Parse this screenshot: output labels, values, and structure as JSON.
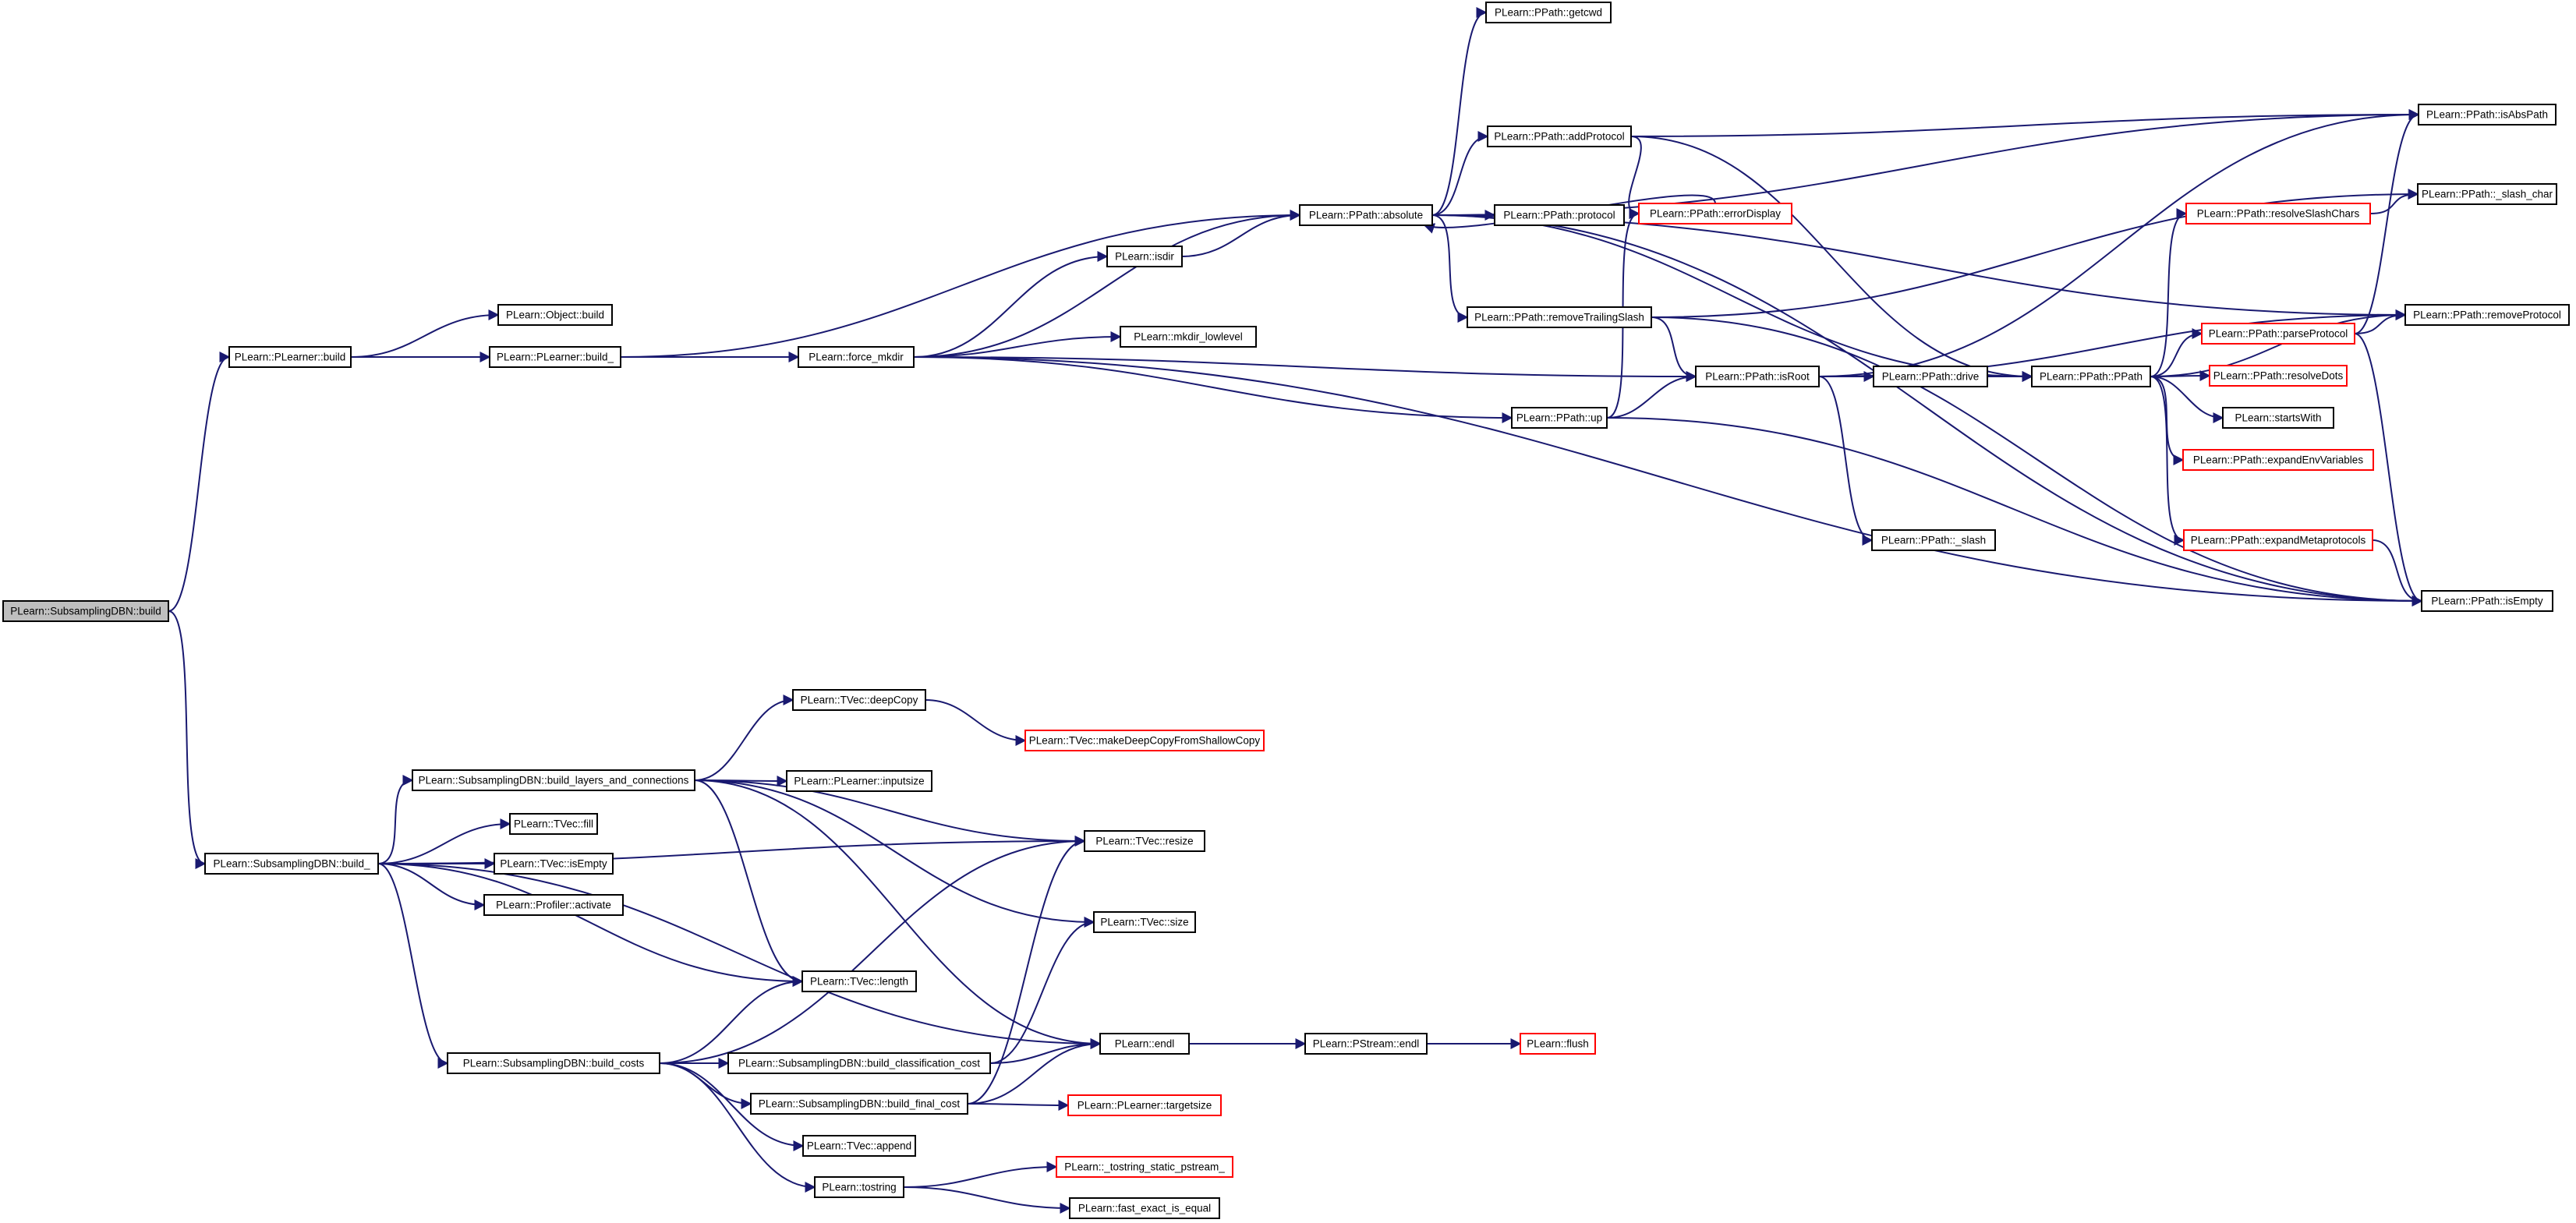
{
  "colors": {
    "edge": "#191970",
    "node_border": "#000000",
    "truncated_border": "#ff0000",
    "root_fill": "#bfbfbf"
  },
  "nodes": [
    {
      "id": "root",
      "label": "PLearn::SubsamplingDBN::build",
      "style": "root"
    },
    {
      "id": "plearner_build",
      "label": "PLearn::PLearner::build"
    },
    {
      "id": "object_build",
      "label": "PLearn::Object::build"
    },
    {
      "id": "plearner_build_",
      "label": "PLearn::PLearner::build_"
    },
    {
      "id": "force_mkdir",
      "label": "PLearn::force_mkdir"
    },
    {
      "id": "isdir",
      "label": "PLearn::isdir"
    },
    {
      "id": "mkdir_lowlevel",
      "label": "PLearn::mkdir_lowlevel"
    },
    {
      "id": "absolute",
      "label": "PLearn::PPath::absolute"
    },
    {
      "id": "getcwd",
      "label": "PLearn::PPath::getcwd"
    },
    {
      "id": "addProtocol",
      "label": "PLearn::PPath::addProtocol"
    },
    {
      "id": "protocol",
      "label": "PLearn::PPath::protocol"
    },
    {
      "id": "errorDisplay",
      "label": "PLearn::PPath::errorDisplay",
      "style": "red"
    },
    {
      "id": "removeTrailingSlash",
      "label": "PLearn::PPath::removeTrailingSlash"
    },
    {
      "id": "up",
      "label": "PLearn::PPath::up"
    },
    {
      "id": "isRoot",
      "label": "PLearn::PPath::isRoot"
    },
    {
      "id": "drive",
      "label": "PLearn::PPath::drive"
    },
    {
      "id": "slash",
      "label": "PLearn::PPath::_slash"
    },
    {
      "id": "ppath",
      "label": "PLearn::PPath::PPath"
    },
    {
      "id": "resolveSlashChars",
      "label": "PLearn::PPath::resolveSlashChars",
      "style": "red"
    },
    {
      "id": "parseProtocol",
      "label": "PLearn::PPath::parseProtocol",
      "style": "red"
    },
    {
      "id": "resolveDots",
      "label": "PLearn::PPath::resolveDots",
      "style": "red"
    },
    {
      "id": "startsWith",
      "label": "PLearn::startsWith"
    },
    {
      "id": "expandEnvVariables",
      "label": "PLearn::PPath::expandEnvVariables",
      "style": "red"
    },
    {
      "id": "expandMetaprotocols",
      "label": "PLearn::PPath::expandMetaprotocols",
      "style": "red"
    },
    {
      "id": "isAbsPath",
      "label": "PLearn::PPath::isAbsPath"
    },
    {
      "id": "slash_char",
      "label": "PLearn::PPath::_slash_char"
    },
    {
      "id": "removeProtocol",
      "label": "PLearn::PPath::removeProtocol"
    },
    {
      "id": "isEmpty",
      "label": "PLearn::PPath::isEmpty"
    },
    {
      "id": "sdbn_build_",
      "label": "PLearn::SubsamplingDBN::build_"
    },
    {
      "id": "build_layers",
      "label": "PLearn::SubsamplingDBN::build_layers_and_connections"
    },
    {
      "id": "deepCopy",
      "label": "PLearn::TVec::deepCopy"
    },
    {
      "id": "makeDeepCopy",
      "label": "PLearn::TVec::makeDeepCopyFromShallowCopy",
      "style": "red"
    },
    {
      "id": "inputsize",
      "label": "PLearn::PLearner::inputsize"
    },
    {
      "id": "fill",
      "label": "PLearn::TVec::fill"
    },
    {
      "id": "tvec_isEmpty",
      "label": "PLearn::TVec::isEmpty"
    },
    {
      "id": "activate",
      "label": "PLearn::Profiler::activate"
    },
    {
      "id": "resize",
      "label": "PLearn::TVec::resize"
    },
    {
      "id": "size",
      "label": "PLearn::TVec::size"
    },
    {
      "id": "length",
      "label": "PLearn::TVec::length"
    },
    {
      "id": "endl",
      "label": "PLearn::endl"
    },
    {
      "id": "pstream_endl",
      "label": "PLearn::PStream::endl"
    },
    {
      "id": "flush",
      "label": "PLearn::flush",
      "style": "red"
    },
    {
      "id": "build_costs",
      "label": "PLearn::SubsamplingDBN::build_costs"
    },
    {
      "id": "build_class_cost",
      "label": "PLearn::SubsamplingDBN::build_classification_cost"
    },
    {
      "id": "build_final_cost",
      "label": "PLearn::SubsamplingDBN::build_final_cost"
    },
    {
      "id": "targetsize",
      "label": "PLearn::PLearner::targetsize",
      "style": "red"
    },
    {
      "id": "append",
      "label": "PLearn::TVec::append"
    },
    {
      "id": "tostring",
      "label": "PLearn::tostring"
    },
    {
      "id": "tostring_static",
      "label": "PLearn::_tostring_static_pstream_",
      "style": "red"
    },
    {
      "id": "fast_exact",
      "label": "PLearn::fast_exact_is_equal"
    }
  ],
  "edges": [
    [
      "root",
      "plearner_build"
    ],
    [
      "root",
      "sdbn_build_"
    ],
    [
      "plearner_build",
      "object_build"
    ],
    [
      "plearner_build",
      "plearner_build_"
    ],
    [
      "plearner_build_",
      "absolute"
    ],
    [
      "plearner_build_",
      "force_mkdir"
    ],
    [
      "force_mkdir",
      "isdir"
    ],
    [
      "force_mkdir",
      "absolute"
    ],
    [
      "force_mkdir",
      "mkdir_lowlevel"
    ],
    [
      "force_mkdir",
      "isRoot"
    ],
    [
      "force_mkdir",
      "up"
    ],
    [
      "force_mkdir",
      "isEmpty"
    ],
    [
      "isdir",
      "absolute"
    ],
    [
      "absolute",
      "getcwd"
    ],
    [
      "absolute",
      "isAbsPath"
    ],
    [
      "absolute",
      "addProtocol"
    ],
    [
      "absolute",
      "protocol"
    ],
    [
      "absolute",
      "removeTrailingSlash"
    ],
    [
      "absolute",
      "ppath"
    ],
    [
      "absolute",
      "removeProtocol"
    ],
    [
      "absolute",
      "isEmpty"
    ],
    [
      "addProtocol",
      "isAbsPath"
    ],
    [
      "addProtocol",
      "errorDisplay"
    ],
    [
      "addProtocol",
      "ppath"
    ],
    [
      "errorDisplay",
      "absolute"
    ],
    [
      "removeTrailingSlash",
      "slash_char"
    ],
    [
      "removeTrailingSlash",
      "isRoot"
    ],
    [
      "removeTrailingSlash",
      "isEmpty"
    ],
    [
      "up",
      "errorDisplay"
    ],
    [
      "up",
      "isRoot"
    ],
    [
      "up",
      "isEmpty"
    ],
    [
      "isRoot",
      "drive"
    ],
    [
      "isRoot",
      "isAbsPath"
    ],
    [
      "isRoot",
      "slash"
    ],
    [
      "isRoot",
      "removeProtocol"
    ],
    [
      "drive",
      "ppath"
    ],
    [
      "ppath",
      "resolveSlashChars"
    ],
    [
      "ppath",
      "removeProtocol"
    ],
    [
      "ppath",
      "parseProtocol"
    ],
    [
      "ppath",
      "resolveDots"
    ],
    [
      "ppath",
      "startsWith"
    ],
    [
      "ppath",
      "expandEnvVariables"
    ],
    [
      "ppath",
      "expandMetaprotocols"
    ],
    [
      "resolveSlashChars",
      "slash_char"
    ],
    [
      "parseProtocol",
      "isAbsPath"
    ],
    [
      "parseProtocol",
      "removeProtocol"
    ],
    [
      "parseProtocol",
      "isEmpty"
    ],
    [
      "expandMetaprotocols",
      "isEmpty"
    ],
    [
      "sdbn_build_",
      "build_layers"
    ],
    [
      "sdbn_build_",
      "fill"
    ],
    [
      "sdbn_build_",
      "tvec_isEmpty"
    ],
    [
      "sdbn_build_",
      "activate"
    ],
    [
      "sdbn_build_",
      "resize"
    ],
    [
      "sdbn_build_",
      "length"
    ],
    [
      "sdbn_build_",
      "endl"
    ],
    [
      "sdbn_build_",
      "build_costs"
    ],
    [
      "build_layers",
      "deepCopy"
    ],
    [
      "build_layers",
      "inputsize"
    ],
    [
      "build_layers",
      "resize"
    ],
    [
      "build_layers",
      "size"
    ],
    [
      "build_layers",
      "length"
    ],
    [
      "build_layers",
      "endl"
    ],
    [
      "deepCopy",
      "makeDeepCopy"
    ],
    [
      "endl",
      "pstream_endl"
    ],
    [
      "pstream_endl",
      "flush"
    ],
    [
      "build_costs",
      "length"
    ],
    [
      "build_costs",
      "resize"
    ],
    [
      "build_costs",
      "build_class_cost"
    ],
    [
      "build_costs",
      "build_final_cost"
    ],
    [
      "build_costs",
      "append"
    ],
    [
      "build_costs",
      "tostring"
    ],
    [
      "build_class_cost",
      "size"
    ],
    [
      "build_class_cost",
      "endl"
    ],
    [
      "build_final_cost",
      "resize"
    ],
    [
      "build_final_cost",
      "endl"
    ],
    [
      "build_final_cost",
      "targetsize"
    ],
    [
      "tostring",
      "tostring_static"
    ],
    [
      "tostring",
      "fast_exact"
    ]
  ]
}
